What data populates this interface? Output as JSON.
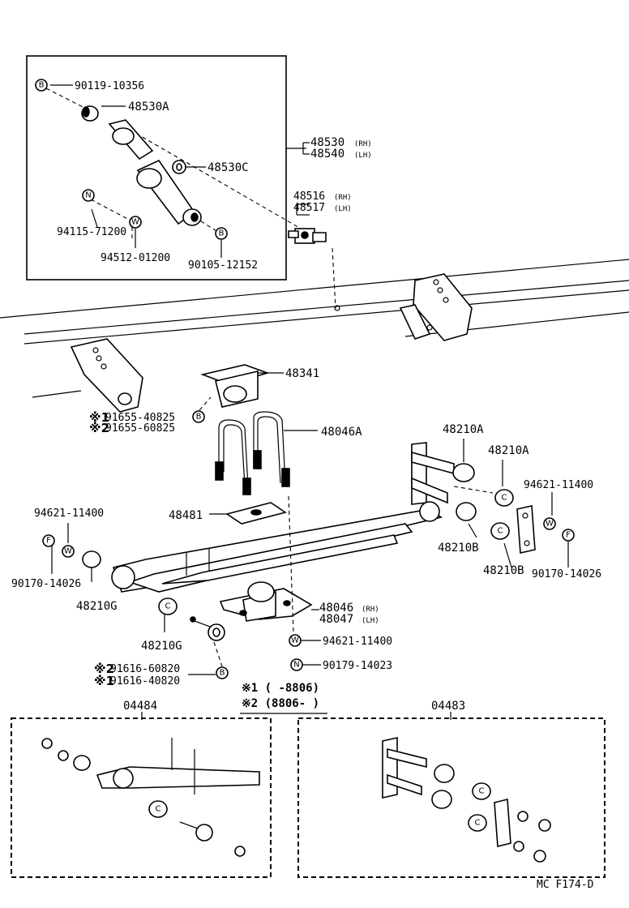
{
  "marks": {
    "B": "B",
    "N": "N",
    "W": "W",
    "C": "C",
    "F": "F"
  },
  "parts": {
    "p90119_10356": "90119-10356",
    "p48530A": "48530A",
    "p48530": "48530",
    "p48540": "48540",
    "p48530C": "48530C",
    "p48516": "48516",
    "p48517": "48517",
    "p94115_71200": "94115-71200",
    "p94512_01200": "94512-01200",
    "p90105_12152": "90105-12152",
    "p48341": "48341",
    "p91655_40825": "91655-40825",
    "p91655_60825": "91655-60825",
    "p48046A": "48046A",
    "p48210A_1": "48210A",
    "p48210A_2": "48210A",
    "p94621_11400_r": "94621-11400",
    "p94621_11400_l": "94621-11400",
    "p48481": "48481",
    "p48210B_1": "48210B",
    "p48210B_2": "48210B",
    "p90170_14026_r": "90170-14026",
    "p90170_14026_l": "90170-14026",
    "p48210G_1": "48210G",
    "p48046": "48046",
    "p48047": "48047",
    "p48210G_2": "48210G",
    "p94621_11400_c": "94621-11400",
    "p90179_14023": "90179-14023",
    "p91616_60820": "91616-60820",
    "p91616_40820": "91616-40820",
    "p04484": "04484",
    "p04483": "04483"
  },
  "sides": {
    "rh": "(RH)",
    "lh": "(LH)"
  },
  "stars": {
    "s1": "※1",
    "s2": "※2"
  },
  "notes": {
    "n1": "※1 (      -8806)",
    "n2": "※2 (8806-      )"
  },
  "footer": "MC F174-D"
}
